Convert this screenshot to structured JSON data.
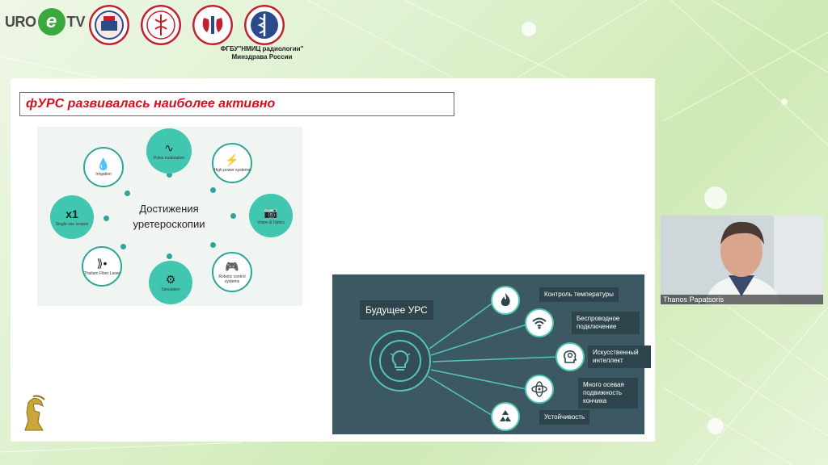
{
  "header": {
    "brand_left": "URO",
    "brand_mid": "e",
    "brand_right": "TV",
    "org_caption_line1": "ФГБУ\"НМИЦ радиологии\"",
    "org_caption_line2": "Минздрава России"
  },
  "slide": {
    "title": "фУРС развивалась наиболее активно",
    "diagram": {
      "center_line1": "Достижения",
      "center_line2": "уретероскопии",
      "nodes": [
        {
          "icon": "💧",
          "label": "Irrigation",
          "style": "outline"
        },
        {
          "icon": "∿",
          "label": "Pulse modulation",
          "style": "filled"
        },
        {
          "icon": "⚡",
          "label": "High power systems",
          "style": "outline"
        },
        {
          "icon": "📷",
          "label": "Vision & Optics",
          "style": "filled"
        },
        {
          "icon": "🎮",
          "label": "Robotic control systems",
          "style": "outline"
        },
        {
          "icon": "⚙",
          "label": "Simulation",
          "style": "filled"
        },
        {
          "icon": "⟫•",
          "label": "Thulium Fiber Laser",
          "style": "outline"
        },
        {
          "icon": "x1",
          "label": "Single use scopes",
          "style": "filled"
        }
      ]
    },
    "future": {
      "title": "Будущее УРС",
      "items": [
        {
          "icon": "flame-icon",
          "label": "Контроль температуры"
        },
        {
          "icon": "wifi-icon",
          "label": "Беспроводное подключение"
        },
        {
          "icon": "ai-head-icon",
          "label": "Искусственный интеллект"
        },
        {
          "icon": "multiaxis-icon",
          "label": "Много осевая подвижность кончика"
        },
        {
          "icon": "recycle-icon",
          "label": "Устойчивость"
        }
      ]
    }
  },
  "video": {
    "speaker_name": "Thanos Papatsoris"
  },
  "colors": {
    "accent_teal": "#41c7b0",
    "title_red": "#d2101e",
    "panel_dark": "#3c5862"
  }
}
